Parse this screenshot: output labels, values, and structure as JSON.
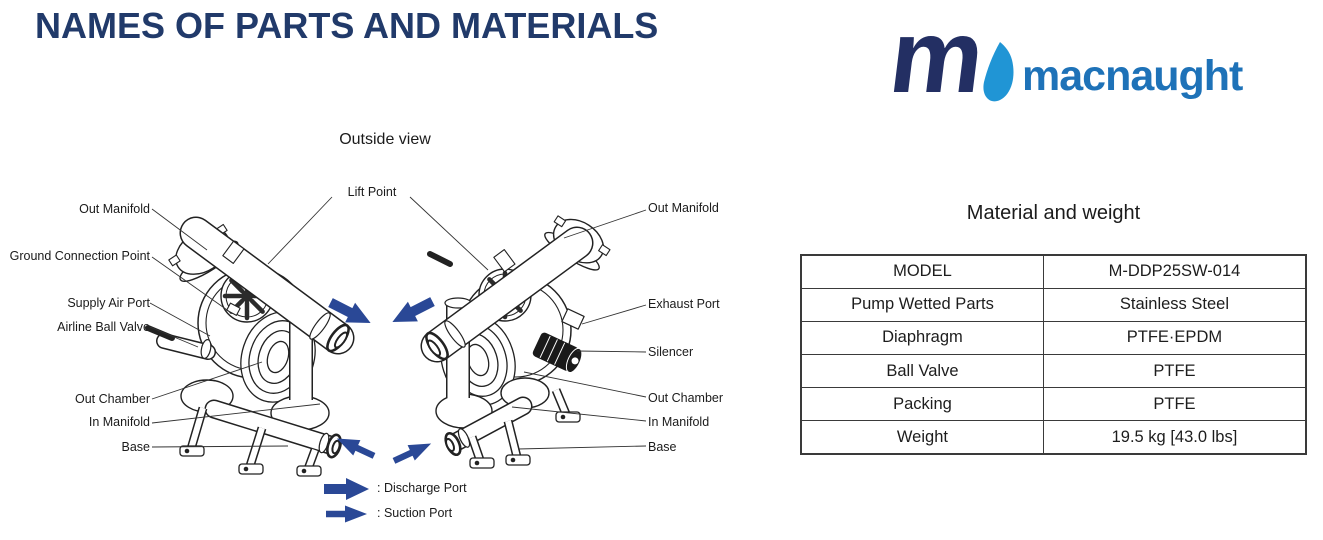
{
  "colors": {
    "title_navy": "#213a6a",
    "logo_navy": "#232f63",
    "logo_blue": "#1e72b8",
    "logo_drop": "#2095d5",
    "arrow_blue": "#2a4896",
    "ink": "#222222"
  },
  "page": {
    "title": "NAMES OF PARTS AND MATERIALS"
  },
  "logo": {
    "brand": "macnaught"
  },
  "diagram": {
    "heading": "Outside view",
    "labels": {
      "left": [
        "Out Manifold",
        "Ground Connection Point",
        "Supply Air Port",
        "Airline Ball Valve",
        "Out Chamber",
        "In Manifold",
        "Base"
      ],
      "center": [
        "Lift Point"
      ],
      "right": [
        "Out Manifold",
        "Exhaust Port",
        "Silencer",
        "Out Chamber",
        "In Manifold",
        "Base"
      ]
    },
    "legend": [
      {
        "icon": "discharge-arrow",
        "label": ": Discharge Port"
      },
      {
        "icon": "suction-arrow",
        "label": ": Suction Port"
      }
    ]
  },
  "materials": {
    "heading": "Material and weight",
    "rows": [
      {
        "name": "MODEL",
        "value": "M-DDP25SW-014"
      },
      {
        "name": "Pump Wetted Parts",
        "value": "Stainless Steel"
      },
      {
        "name": "Diaphragm",
        "value": "PTFE·EPDM"
      },
      {
        "name": "Ball Valve",
        "value": "PTFE"
      },
      {
        "name": "Packing",
        "value": "PTFE"
      },
      {
        "name": "Weight",
        "value": "19.5 kg [43.0 lbs]"
      }
    ]
  }
}
